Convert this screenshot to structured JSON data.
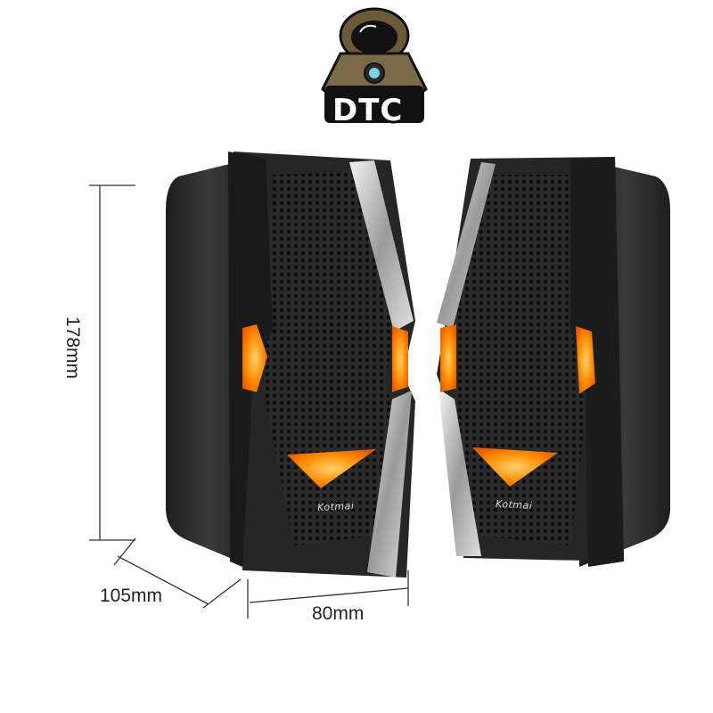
{
  "logo": {
    "text": "DTC"
  },
  "dimensions": {
    "height": "178mm",
    "depth": "105mm",
    "width": "80mm"
  },
  "speakers": {
    "brand": "Kotmai"
  },
  "colors": {
    "accent": "#ff8a00",
    "body": "#2a2a2a",
    "chrome": "#cfcfcf"
  }
}
